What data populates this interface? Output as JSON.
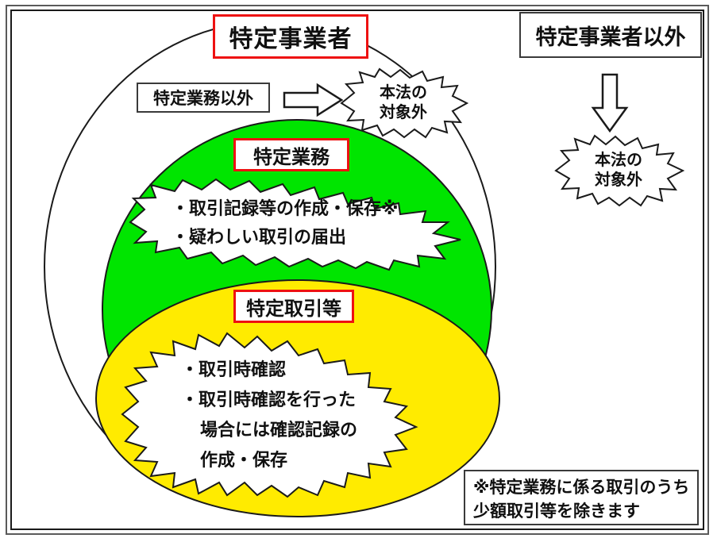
{
  "diagram": {
    "title_main": "特定事業者",
    "title_other": "特定事業者以外",
    "labels": {
      "non_specified_business": "特定業務以外",
      "specified_business": "特定業務",
      "specified_transaction": "特定取引等"
    },
    "bursts": {
      "out_of_scope_left": {
        "line1": "本法の",
        "line2": "対象外"
      },
      "out_of_scope_right": {
        "line1": "本法の",
        "line2": "対象外"
      },
      "green_duties": {
        "item1": "・取引記録等の作成・保存※",
        "item2": "・疑わしい取引の届出"
      },
      "yellow_duties": {
        "item1": "・取引時確認",
        "item2": "・取引時確認を行った",
        "item2_cont1": "場合には確認記録の",
        "item2_cont2": "作成・保存"
      }
    },
    "footnote": {
      "line1": "※特定業務に係る取引のうち",
      "line2": "少額取引等を除きます"
    },
    "colors": {
      "green_zone": "#00e500",
      "yellow_zone": "#ffeb00",
      "accent_border": "#ee1111",
      "outline": "#1a1a1a"
    }
  }
}
